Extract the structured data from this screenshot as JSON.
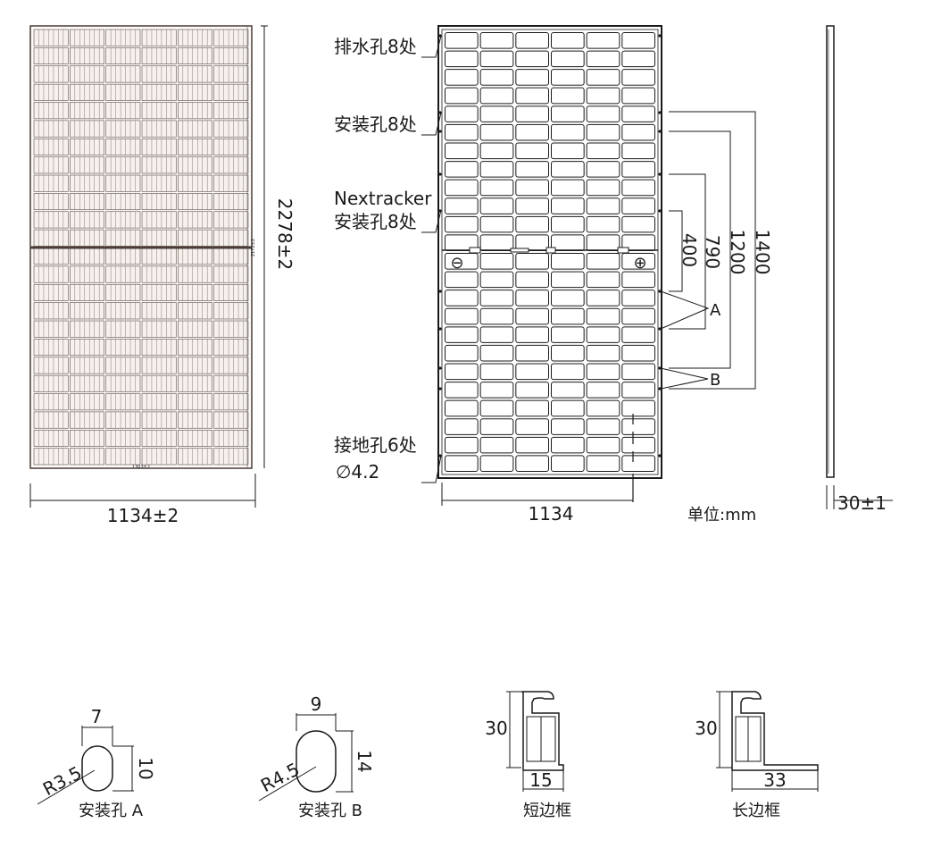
{
  "front_view": {
    "width_dim": "1134±2",
    "height_dim": "2278±2",
    "inner_height_tiny": "2172±2",
    "inner_width_tiny": "1303±2"
  },
  "back_view": {
    "drain_holes": "排水孔8处",
    "mount_holes": "安装孔8处",
    "nextracker_line1": "Nextracker",
    "nextracker_line2": "安装孔8处",
    "ground_holes": "接地孔6处",
    "ground_diameter": "∅4.2",
    "width_dim": "1134",
    "dim_400": "400",
    "dim_790": "790",
    "dim_1200": "1200",
    "dim_1400": "1400",
    "label_a": "A",
    "label_b": "B",
    "minus": "⊖",
    "plus": "⊕"
  },
  "side_view": {
    "thickness_dim": "30±1"
  },
  "unit": "单位:mm",
  "details": {
    "hole_a": {
      "width": "7",
      "height": "10",
      "radius": "R3.5",
      "caption": "安装孔 A"
    },
    "hole_b": {
      "width": "9",
      "height": "14",
      "radius": "R4.5",
      "caption": "安装孔 B"
    },
    "short_frame": {
      "height": "30",
      "width": "15",
      "caption": "短边框"
    },
    "long_frame": {
      "height": "30",
      "width": "33",
      "caption": "长边框"
    }
  },
  "colors": {
    "line": "#1a1a1a",
    "panel_frame": "#4a3b35"
  }
}
